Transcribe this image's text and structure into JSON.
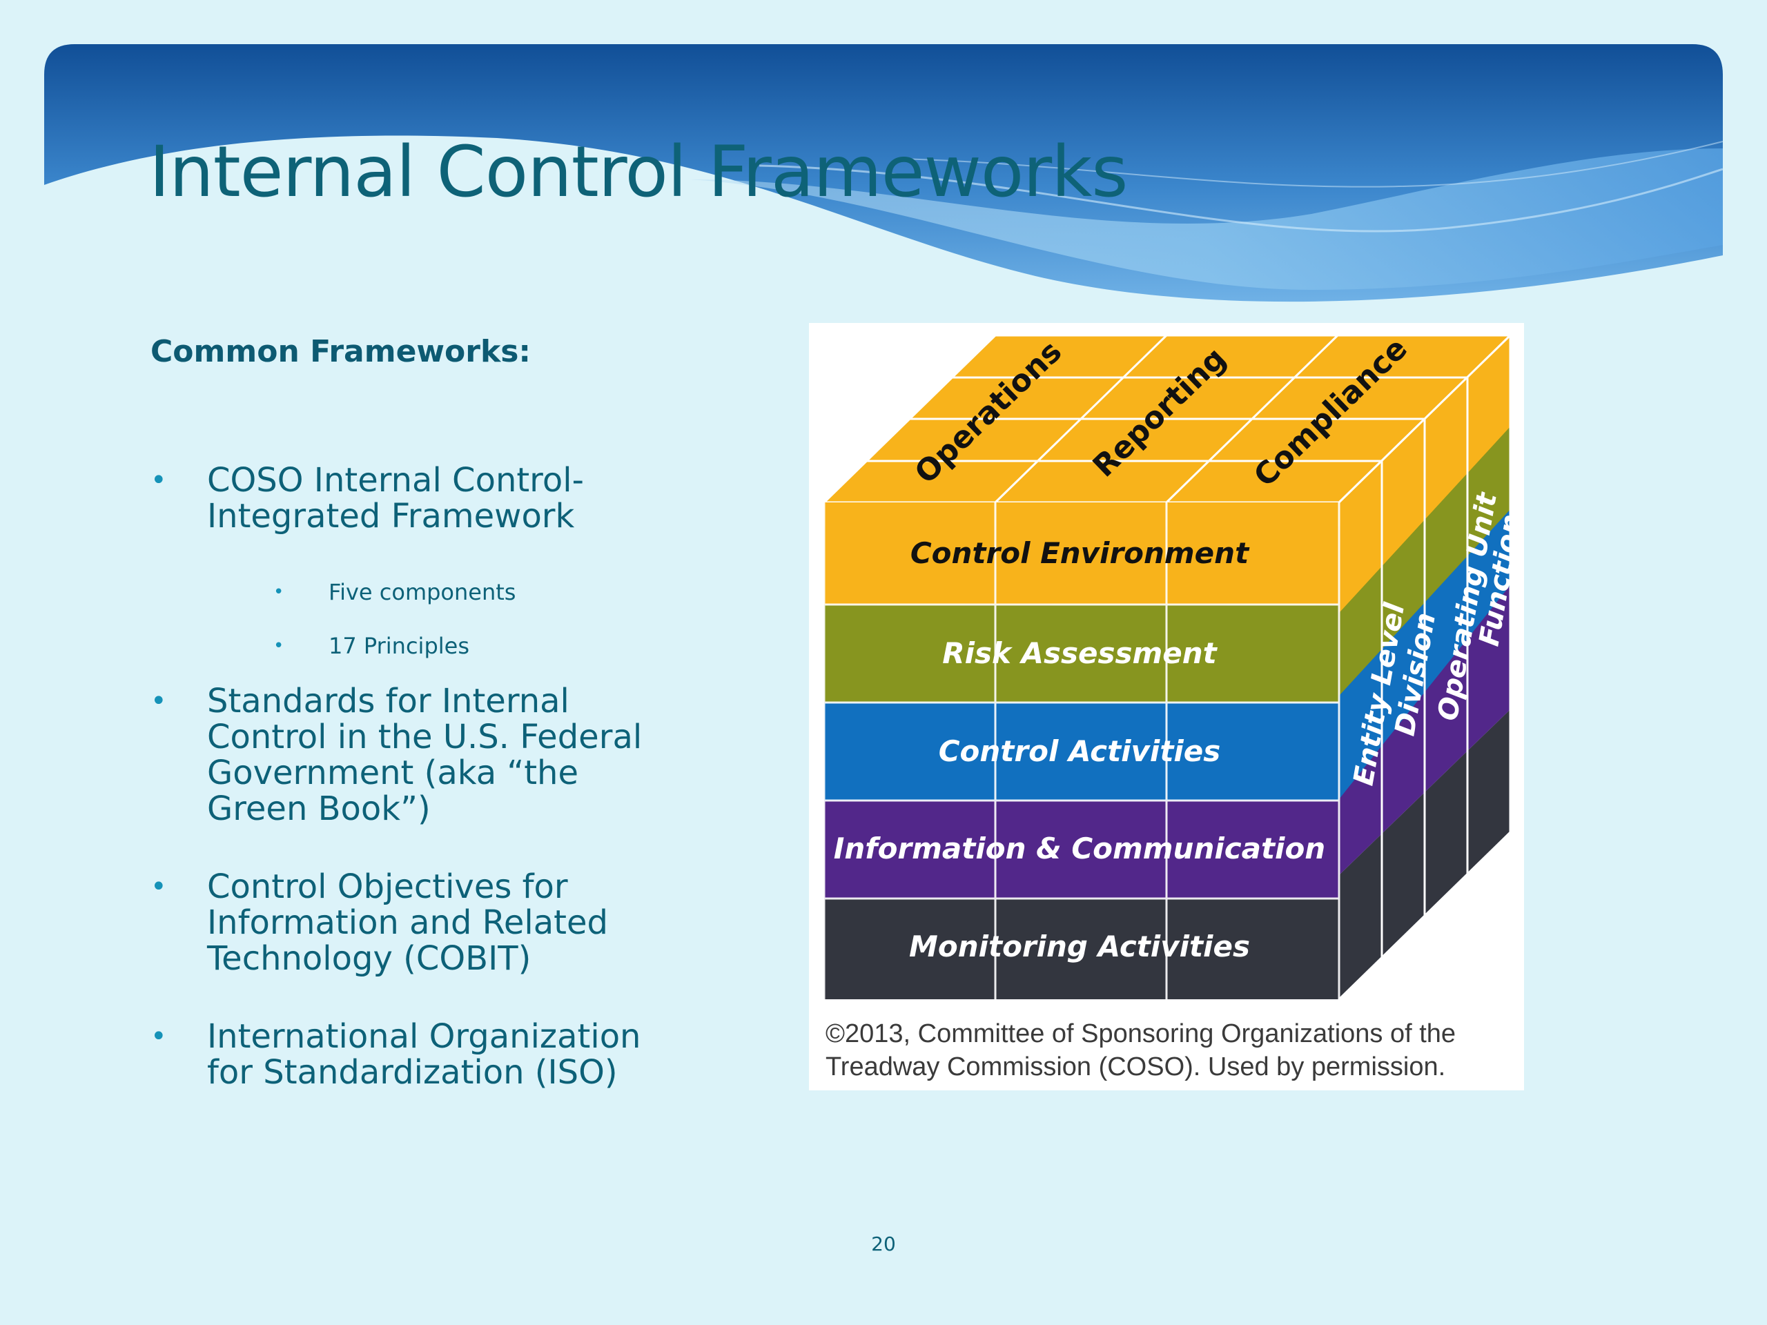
{
  "slide": {
    "title": "Internal Control Frameworks",
    "subheading": "Common Frameworks:",
    "bullets": [
      {
        "text": "COSO Internal Control-\nIntegrated Framework",
        "level": 1
      },
      {
        "text": "Five components",
        "level": 2
      },
      {
        "text": "17 Principles",
        "level": 2
      },
      {
        "text": "Standards for Internal\nControl in the U.S. Federal\nGovernment (aka “the\nGreen Book”)",
        "level": 1
      },
      {
        "text": "Control Objectives for\nInformation and Related\nTechnology (COBIT)",
        "level": 1
      },
      {
        "text": "International Organization\nfor Standardization (ISO)",
        "level": 1
      }
    ],
    "bullet_glyph": "•",
    "page_number": "20"
  },
  "cube": {
    "objectives": [
      "Operations",
      "Reporting",
      "Compliance"
    ],
    "components": [
      {
        "label": "Control Environment",
        "color": "#f8b31b",
        "text_color": "#111111"
      },
      {
        "label": "Risk Assessment",
        "color": "#87951f",
        "text_color": "#ffffff"
      },
      {
        "label": "Control Activities",
        "color": "#1170bf",
        "text_color": "#ffffff"
      },
      {
        "label": "Information & Communication",
        "color": "#52278a",
        "text_color": "#ffffff"
      },
      {
        "label": "Monitoring Activities",
        "color": "#33363f",
        "text_color": "#ffffff"
      }
    ],
    "entity_structure": [
      "Entity Level",
      "Division",
      "Operating Unit",
      "Function"
    ],
    "credit": "©2013, Committee of Sponsoring Organizations of the\nTreadway Commission (COSO). Used by permission."
  },
  "colors": {
    "background": "#dcf3f9",
    "title": "#0e6277",
    "banner_dark": "#165ba5",
    "banner_light": "#8fc6ee"
  }
}
